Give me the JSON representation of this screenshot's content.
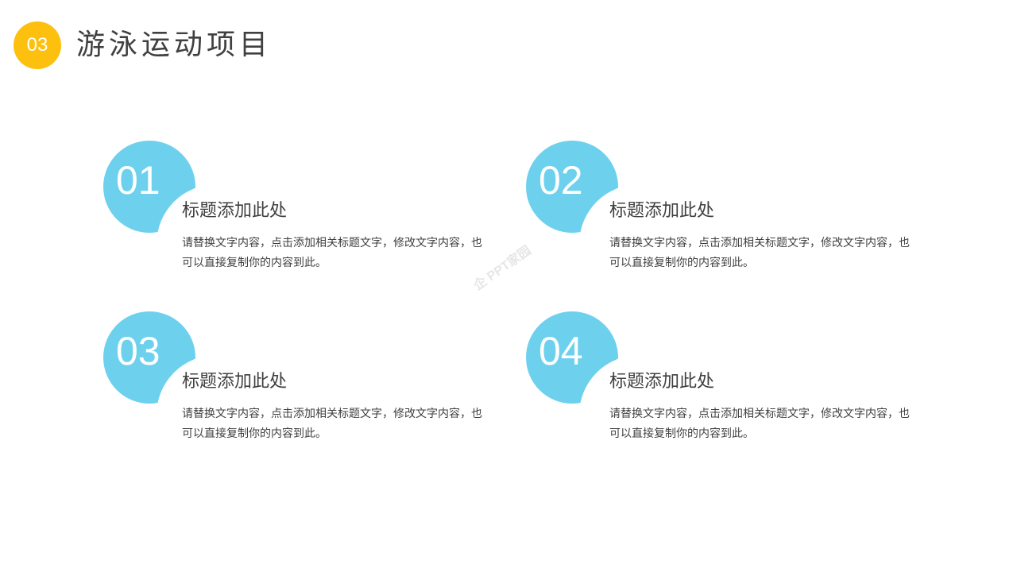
{
  "header": {
    "section_number": "03",
    "title": "游泳运动项目"
  },
  "colors": {
    "accent_yellow": "#FDC00F",
    "accent_cyan": "#6DD1EE",
    "text": "#404040"
  },
  "items": [
    {
      "number": "01",
      "title": "标题添加此处",
      "body": "请替换文字内容，点击添加相关标题文字，修改文字内容，也可以直接复制你的内容到此。"
    },
    {
      "number": "02",
      "title": "标题添加此处",
      "body": "请替换文字内容，点击添加相关标题文字，修改文字内容，也可以直接复制你的内容到此。"
    },
    {
      "number": "03",
      "title": "标题添加此处",
      "body": "请替换文字内容，点击添加相关标题文字，修改文字内容，也可以直接复制你的内容到此。"
    },
    {
      "number": "04",
      "title": "标题添加此处",
      "body": "请替换文字内容，点击添加相关标题文字，修改文字内容，也可以直接复制你的内容到此。"
    }
  ],
  "watermark": "企 PPT家园"
}
